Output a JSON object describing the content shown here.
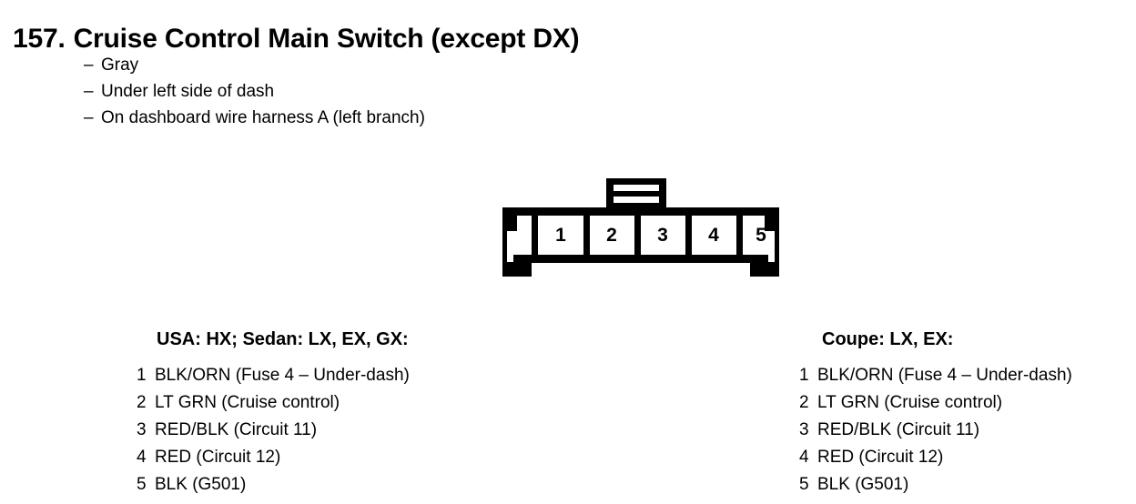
{
  "page": {
    "number": "157.",
    "title": "Cruise Control Main Switch (except DX)",
    "bullet_glyph": "–"
  },
  "description": {
    "items": [
      "Gray",
      "Under left side of dash",
      "On dashboard wire harness A (left branch)"
    ]
  },
  "connector": {
    "name": "5-terminal-connector",
    "terminal_count": 5,
    "terminals": [
      "1",
      "2",
      "3",
      "4",
      "5"
    ],
    "outline_color": "#000000",
    "fill_color": "#ffffff"
  },
  "circuit_columns": [
    {
      "heading": "USA: HX; Sedan: LX, EX, GX:",
      "rows": [
        {
          "pin": "1",
          "text": "BLK/ORN (Fuse 4 – Under-dash)"
        },
        {
          "pin": "2",
          "text": "LT GRN (Cruise control)"
        },
        {
          "pin": "3",
          "text": "RED/BLK (Circuit 11)"
        },
        {
          "pin": "4",
          "text": "RED (Circuit 12)"
        },
        {
          "pin": "5",
          "text": "BLK (G501)"
        }
      ]
    },
    {
      "heading": "Coupe: LX, EX:",
      "rows": [
        {
          "pin": "1",
          "text": "BLK/ORN (Fuse 4 – Under-dash)"
        },
        {
          "pin": "2",
          "text": "LT GRN (Cruise control)"
        },
        {
          "pin": "3",
          "text": "RED/BLK (Circuit 11)"
        },
        {
          "pin": "4",
          "text": "RED (Circuit 12)"
        },
        {
          "pin": "5",
          "text": "BLK (G501)"
        }
      ]
    }
  ]
}
